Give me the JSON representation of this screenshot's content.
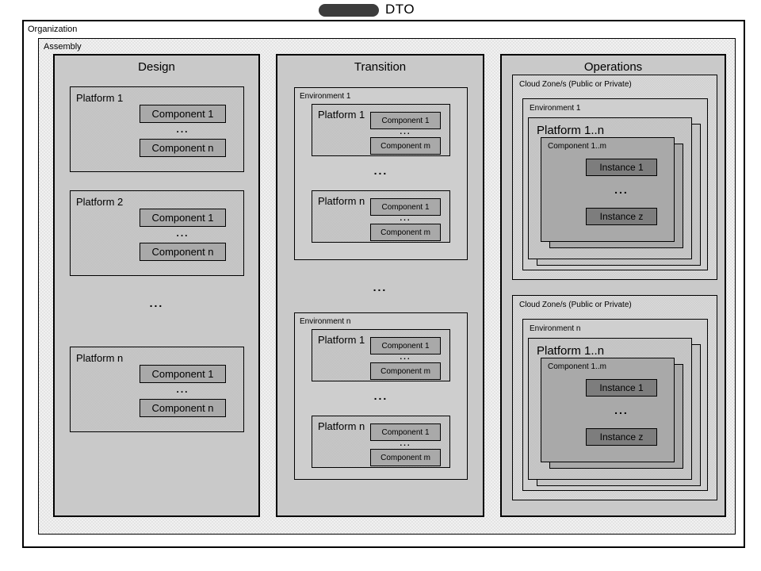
{
  "header": {
    "title": "DTO",
    "logo": "redacted-logo-blob"
  },
  "organization": {
    "label": "Organization"
  },
  "assembly": {
    "label": "Assembly"
  },
  "ellipsis": "...",
  "design": {
    "title": "Design",
    "platforms": [
      {
        "label": "Platform 1",
        "components": [
          "Component 1",
          "Component n"
        ]
      },
      {
        "label": "Platform 2",
        "components": [
          "Component 1",
          "Component n"
        ]
      },
      {
        "label": "Platform n",
        "components": [
          "Component 1",
          "Component n"
        ]
      }
    ]
  },
  "transition": {
    "title": "Transition",
    "environments": [
      {
        "label": "Environment 1",
        "platforms": [
          {
            "label": "Platform 1",
            "components": [
              "Component 1",
              "Component m"
            ]
          },
          {
            "label": "Platform n",
            "components": [
              "Component 1",
              "Component m"
            ]
          }
        ]
      },
      {
        "label": "Environment n",
        "platforms": [
          {
            "label": "Platform 1",
            "components": [
              "Component 1",
              "Component m"
            ]
          },
          {
            "label": "Platform n",
            "components": [
              "Component 1",
              "Component m"
            ]
          }
        ]
      }
    ]
  },
  "operations": {
    "title": "Operations",
    "cloud_zones": [
      {
        "label": "Cloud Zone/s (Public or Private)",
        "environment": {
          "label": "Environment 1",
          "platform": {
            "label": "Platform 1..n",
            "component": {
              "label": "Component 1..m",
              "instances": [
                "Instance 1",
                "Instance z"
              ]
            }
          }
        }
      },
      {
        "label": "Cloud Zone/s (Public or Private)",
        "environment": {
          "label": "Environment n",
          "platform": {
            "label": "Platform 1..n",
            "component": {
              "label": "Component 1..m",
              "instances": [
                "Instance 1",
                "Instance z"
              ]
            }
          }
        }
      }
    ]
  },
  "colors": {
    "column_bg": "#c9c9c9",
    "platform_hatch": "#c4c4c4",
    "component_bg": "#a9a9a9",
    "instance_bg": "#7d7d7d",
    "assembly_bg": "#f1f1f1",
    "logo_blob": "#3c3c3c"
  }
}
